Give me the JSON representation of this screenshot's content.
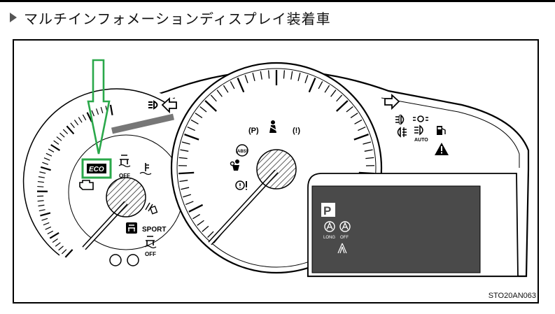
{
  "heading": {
    "title": "マルチインフォメーションディスプレイ装着車"
  },
  "figure": {
    "code": "STO20AN063",
    "callout_color": "#2aa84a",
    "display_color": "#4a4a4a",
    "indicators": {
      "eco": "ECO",
      "off_1": "OFF",
      "sport": "SPORT",
      "off_2": "OFF",
      "auto": "AUTO",
      "long": "LONG",
      "off_3": "OFF",
      "park": "P",
      "p_brake": "(P)",
      "excl_brake": "(!)",
      "abs": "(ABS)"
    },
    "icons": [
      "headlight-icon",
      "left-turn-arrow-icon",
      "right-turn-arrow-icon",
      "front-fog-icon",
      "rear-fog-icon",
      "side-lights-icon",
      "auto-headlight-icon",
      "fuel-icon",
      "master-warning-icon",
      "seatbelt-icon",
      "airbag-icon",
      "check-engine-icon",
      "slip-indicator-icon",
      "coolant-temp-icon",
      "tpms-icon",
      "ice-warning-icon"
    ]
  }
}
